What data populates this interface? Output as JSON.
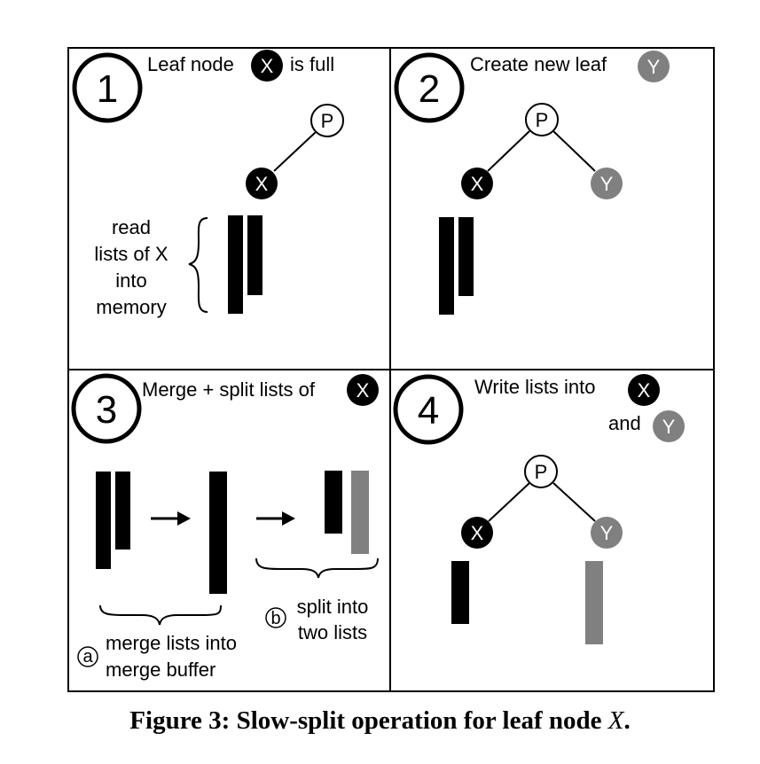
{
  "panels": {
    "p1": {
      "number": "1",
      "title_pre": "Leaf node",
      "title_node": "X",
      "title_post": "is full",
      "parent": "P",
      "child": "X",
      "note_lines": [
        "read",
        "lists of X",
        "into",
        "memory"
      ]
    },
    "p2": {
      "number": "2",
      "title": "Create new leaf",
      "title_node": "Y",
      "parent": "P",
      "left_child": "X",
      "right_child": "Y"
    },
    "p3": {
      "number": "3",
      "title": "Merge + split lists of",
      "title_node": "X",
      "step_a_marker": "a",
      "step_a_lines": [
        "merge lists into",
        "merge buffer"
      ],
      "step_b_marker": "b",
      "step_b_lines": [
        "split into",
        "two lists"
      ]
    },
    "p4": {
      "number": "4",
      "title_line1": "Write lists into",
      "title_node1": "X",
      "title_line2": "and",
      "title_node2": "Y",
      "parent": "P",
      "left_child": "X",
      "right_child": "Y"
    }
  },
  "caption": {
    "prefix": "Figure 3: Slow-split operation for leaf node",
    "variable": "X",
    "suffix": "."
  },
  "colors": {
    "black_node": "#000000",
    "gray_node": "#808080",
    "gray_list": "#808080"
  }
}
